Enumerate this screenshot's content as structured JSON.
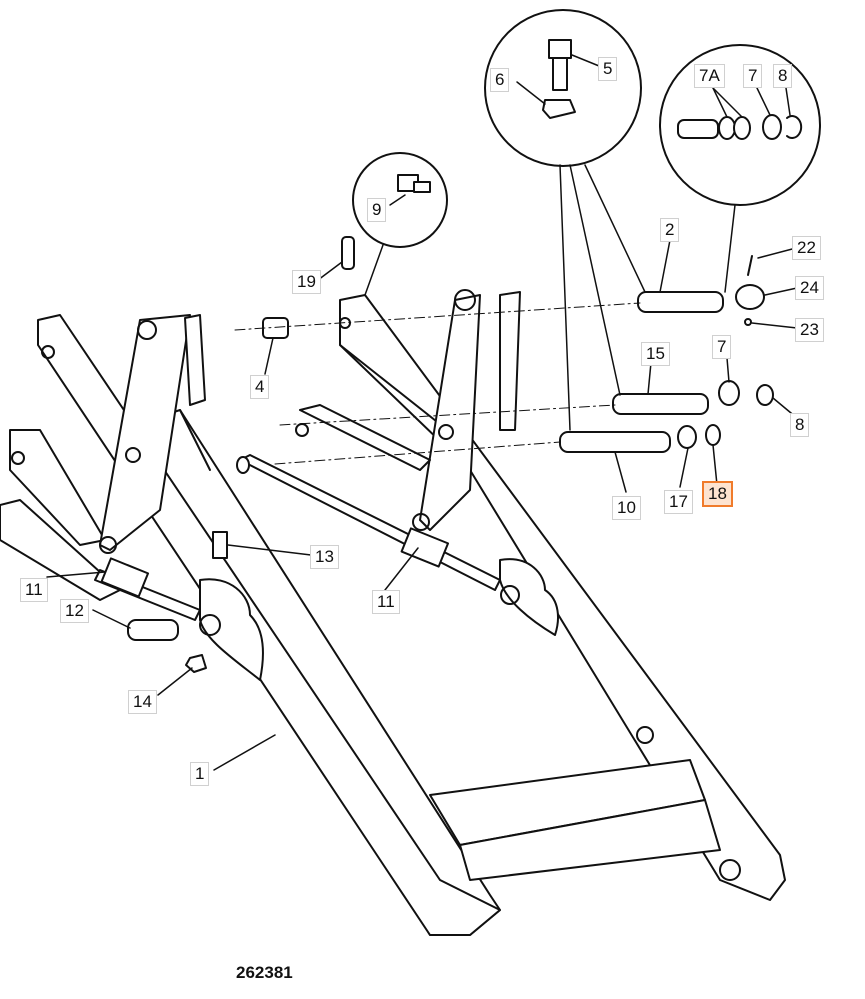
{
  "figure_number": "262381",
  "highlighted_callout": "18",
  "colors": {
    "line": "#111111",
    "highlight_border": "#f07b2b",
    "highlight_fill": "#fde3d0"
  },
  "callouts": {
    "c1": "1",
    "c2": "2",
    "c4": "4",
    "c5": "5",
    "c6": "6",
    "c7a": "7A",
    "c7_inset": "7",
    "c8_inset": "8",
    "c7": "7",
    "c8": "8",
    "c9": "9",
    "c10": "10",
    "c11_left": "11",
    "c11_mid": "11",
    "c12": "12",
    "c13": "13",
    "c14": "14",
    "c15": "15",
    "c17": "17",
    "c18": "18",
    "c19": "19",
    "c22": "22",
    "c23": "23",
    "c24": "24"
  }
}
